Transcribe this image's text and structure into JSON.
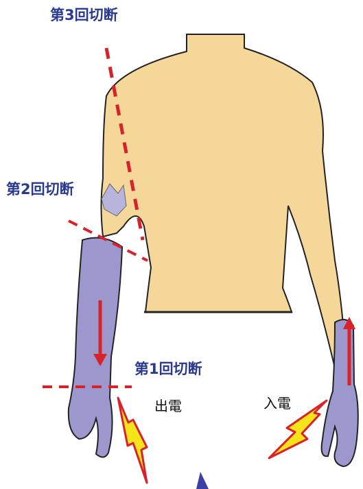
{
  "labels": {
    "cut3": "第3回切断",
    "cut2": "第2回切断",
    "cut1": "第1回切断",
    "current_out": "出電",
    "current_in": "入電"
  },
  "colors": {
    "torso": "#f6d79a",
    "arm_amputated": "#9c98cd",
    "cut_line": "#d8222a",
    "label_blue": "#2a3a8f",
    "lightning_fill": "#f6e31a",
    "lightning_stroke": "#d8222a"
  }
}
